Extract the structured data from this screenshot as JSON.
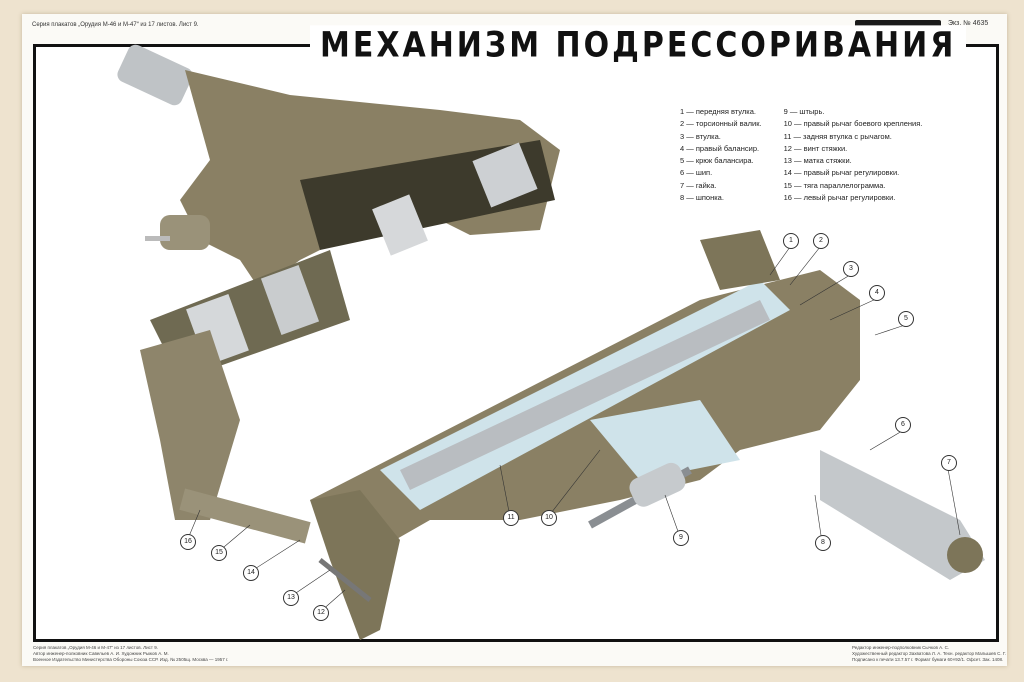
{
  "header": {
    "series": "Серия плакатов „Орудия М-46 и М-47“ из 17 листов. Лист 9.",
    "copy_number": "Экз. № 4635",
    "title": "МЕХАНИЗМ ПОДРЕССОРИВАНИЯ"
  },
  "legend": {
    "col1": [
      "1 — передняя втулка.",
      "2 — торсионный валик.",
      "3 — втулка.",
      "4 — правый балансир.",
      "5 — крюк балансира.",
      "6 — шип.",
      "7 — гайка.",
      "8 — шпонка."
    ],
    "col2": [
      "9 — штырь.",
      "10 — правый рычаг боевого крепления.",
      "11 — задняя втулка с рычагом.",
      "12 — винт стяжки.",
      "13 — матка стяжки.",
      "14 — правый рычаг регулировки.",
      "15 — тяга параллелограмма.",
      "16 — левый рычаг регулировки."
    ]
  },
  "callouts": [
    "1",
    "2",
    "3",
    "4",
    "5",
    "6",
    "7",
    "8",
    "9",
    "10",
    "11",
    "12",
    "13",
    "14",
    "15",
    "16"
  ],
  "footer": {
    "left": [
      "Серия плакатов „Орудия М-46 и М-47“ из 17 листов. Лист 9.",
      "Автор инженер-полковник Савельев А. И. Художник Рыжов А. М.",
      "Военное Издательство Министерства Обороны Союза ССР. Изд. № 2505щ. Москва — 1957 г."
    ],
    "right": [
      "Редактор инженер-подполковник Сычков А. С.",
      "Художественный редактор Захватова Л. А. Техн. редактор Малышев С. Г.",
      "Подписано к печати 13.7.57 г. Формат бумаги 60×92/1. Офсет. Зак. 1408."
    ]
  },
  "colors": {
    "metal_olive": "#8a8064",
    "steel": "#c8ccd0",
    "cut_blue": "#cfe3ea",
    "paper": "#eee3cf"
  }
}
